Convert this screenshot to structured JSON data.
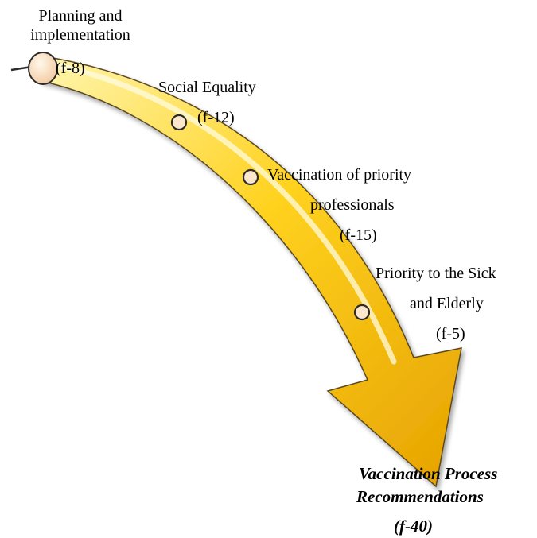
{
  "diagram": {
    "stages": [
      {
        "label_line1": "Planning and",
        "label_line2": "implementation",
        "code": "(f-8)"
      },
      {
        "label": "Social Equality",
        "code": "(f-12)"
      },
      {
        "label_line1": "Vaccination of priority",
        "label_line2": "professionals",
        "code": "(f-15)"
      },
      {
        "label_line1": "Priority to the Sick",
        "label_line2": "and Elderly",
        "code": "(f-5)"
      }
    ],
    "outcome": {
      "label_line1": "Vaccination Process",
      "label_line2": "Recommendations",
      "code": "(f-40)"
    },
    "colors": {
      "arrow_light": "#fff3a0",
      "arrow_mid": "#ffd21f",
      "arrow_dark": "#e0a800",
      "arrow_edge": "#5a4a20",
      "node_fill": "#fde7cc",
      "node_stroke": "#2b2b2b"
    }
  }
}
